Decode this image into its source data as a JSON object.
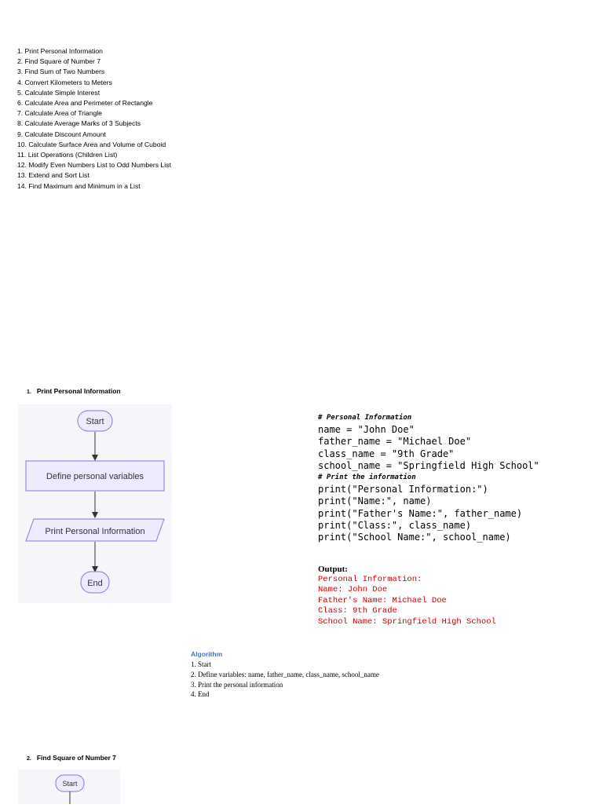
{
  "toc": [
    "1.  Print Personal Information",
    "2.  Find Square of Number 7",
    "3.  Find Sum of Two Numbers",
    "4.  Convert Kilometers to Meters",
    "5. Calculate Simple Interest",
    "6. Calculate Area and Perimeter of Rectangle",
    "7. Calculate Area of Triangle",
    "8. Calculate Average Marks of 3 Subjects",
    "9. Calculate Discount Amount",
    "10. Calculate Surface Area and Volume of Cuboid",
    "11. List Operations (Children List)",
    "12. Modify Even Numbers List to Odd Numbers List",
    "13. Extend and Sort List",
    "14. Find Maximum and Minimum in a List"
  ],
  "section1": {
    "number": "1.",
    "title": "Print Personal Information",
    "flowchart": {
      "start": "Start",
      "process": "Define personal variables",
      "io": "Print Personal Information",
      "end": "End"
    },
    "code": [
      {
        "text": "# Personal Information",
        "type": "comment"
      },
      {
        "text": "name = \"John Doe\"",
        "type": "code"
      },
      {
        "text": "father_name = \"Michael Doe\"",
        "type": "code"
      },
      {
        "text": "class_name = \"9th Grade\"",
        "type": "code"
      },
      {
        "text": "school_name = \"Springfield High School\"",
        "type": "code"
      },
      {
        "text": "# Print the information",
        "type": "comment"
      },
      {
        "text": "print(\"Personal Information:\")",
        "type": "code"
      },
      {
        "text": "print(\"Name:\", name)",
        "type": "code"
      },
      {
        "text": "print(\"Father's Name:\", father_name)",
        "type": "code"
      },
      {
        "text": "print(\"Class:\", class_name)",
        "type": "code"
      },
      {
        "text": "print(\"School Name:\", school_name)",
        "type": "code"
      }
    ],
    "output_label": "Output:",
    "output": [
      "Personal Information:",
      "Name: John Doe",
      "Father's Name: Michael Doe",
      "Class: 9th Grade",
      "School Name: Springfield High School"
    ],
    "algorithm_title": "Algorithm",
    "algorithm": [
      "1. Start",
      "2. Define variables: name, father_name, class_name, school_name",
      "3. Print the personal information",
      "4. End"
    ]
  },
  "section2": {
    "number": "2.",
    "title": "Find Square of Number 7",
    "flowchart": {
      "start": "Start"
    }
  },
  "colors": {
    "node_fill": "#ececfe",
    "node_stroke": "#9370db",
    "panel_bg": "#f5f6fa",
    "output_text": "#d10000",
    "algorithm_title": "#4472c4"
  }
}
